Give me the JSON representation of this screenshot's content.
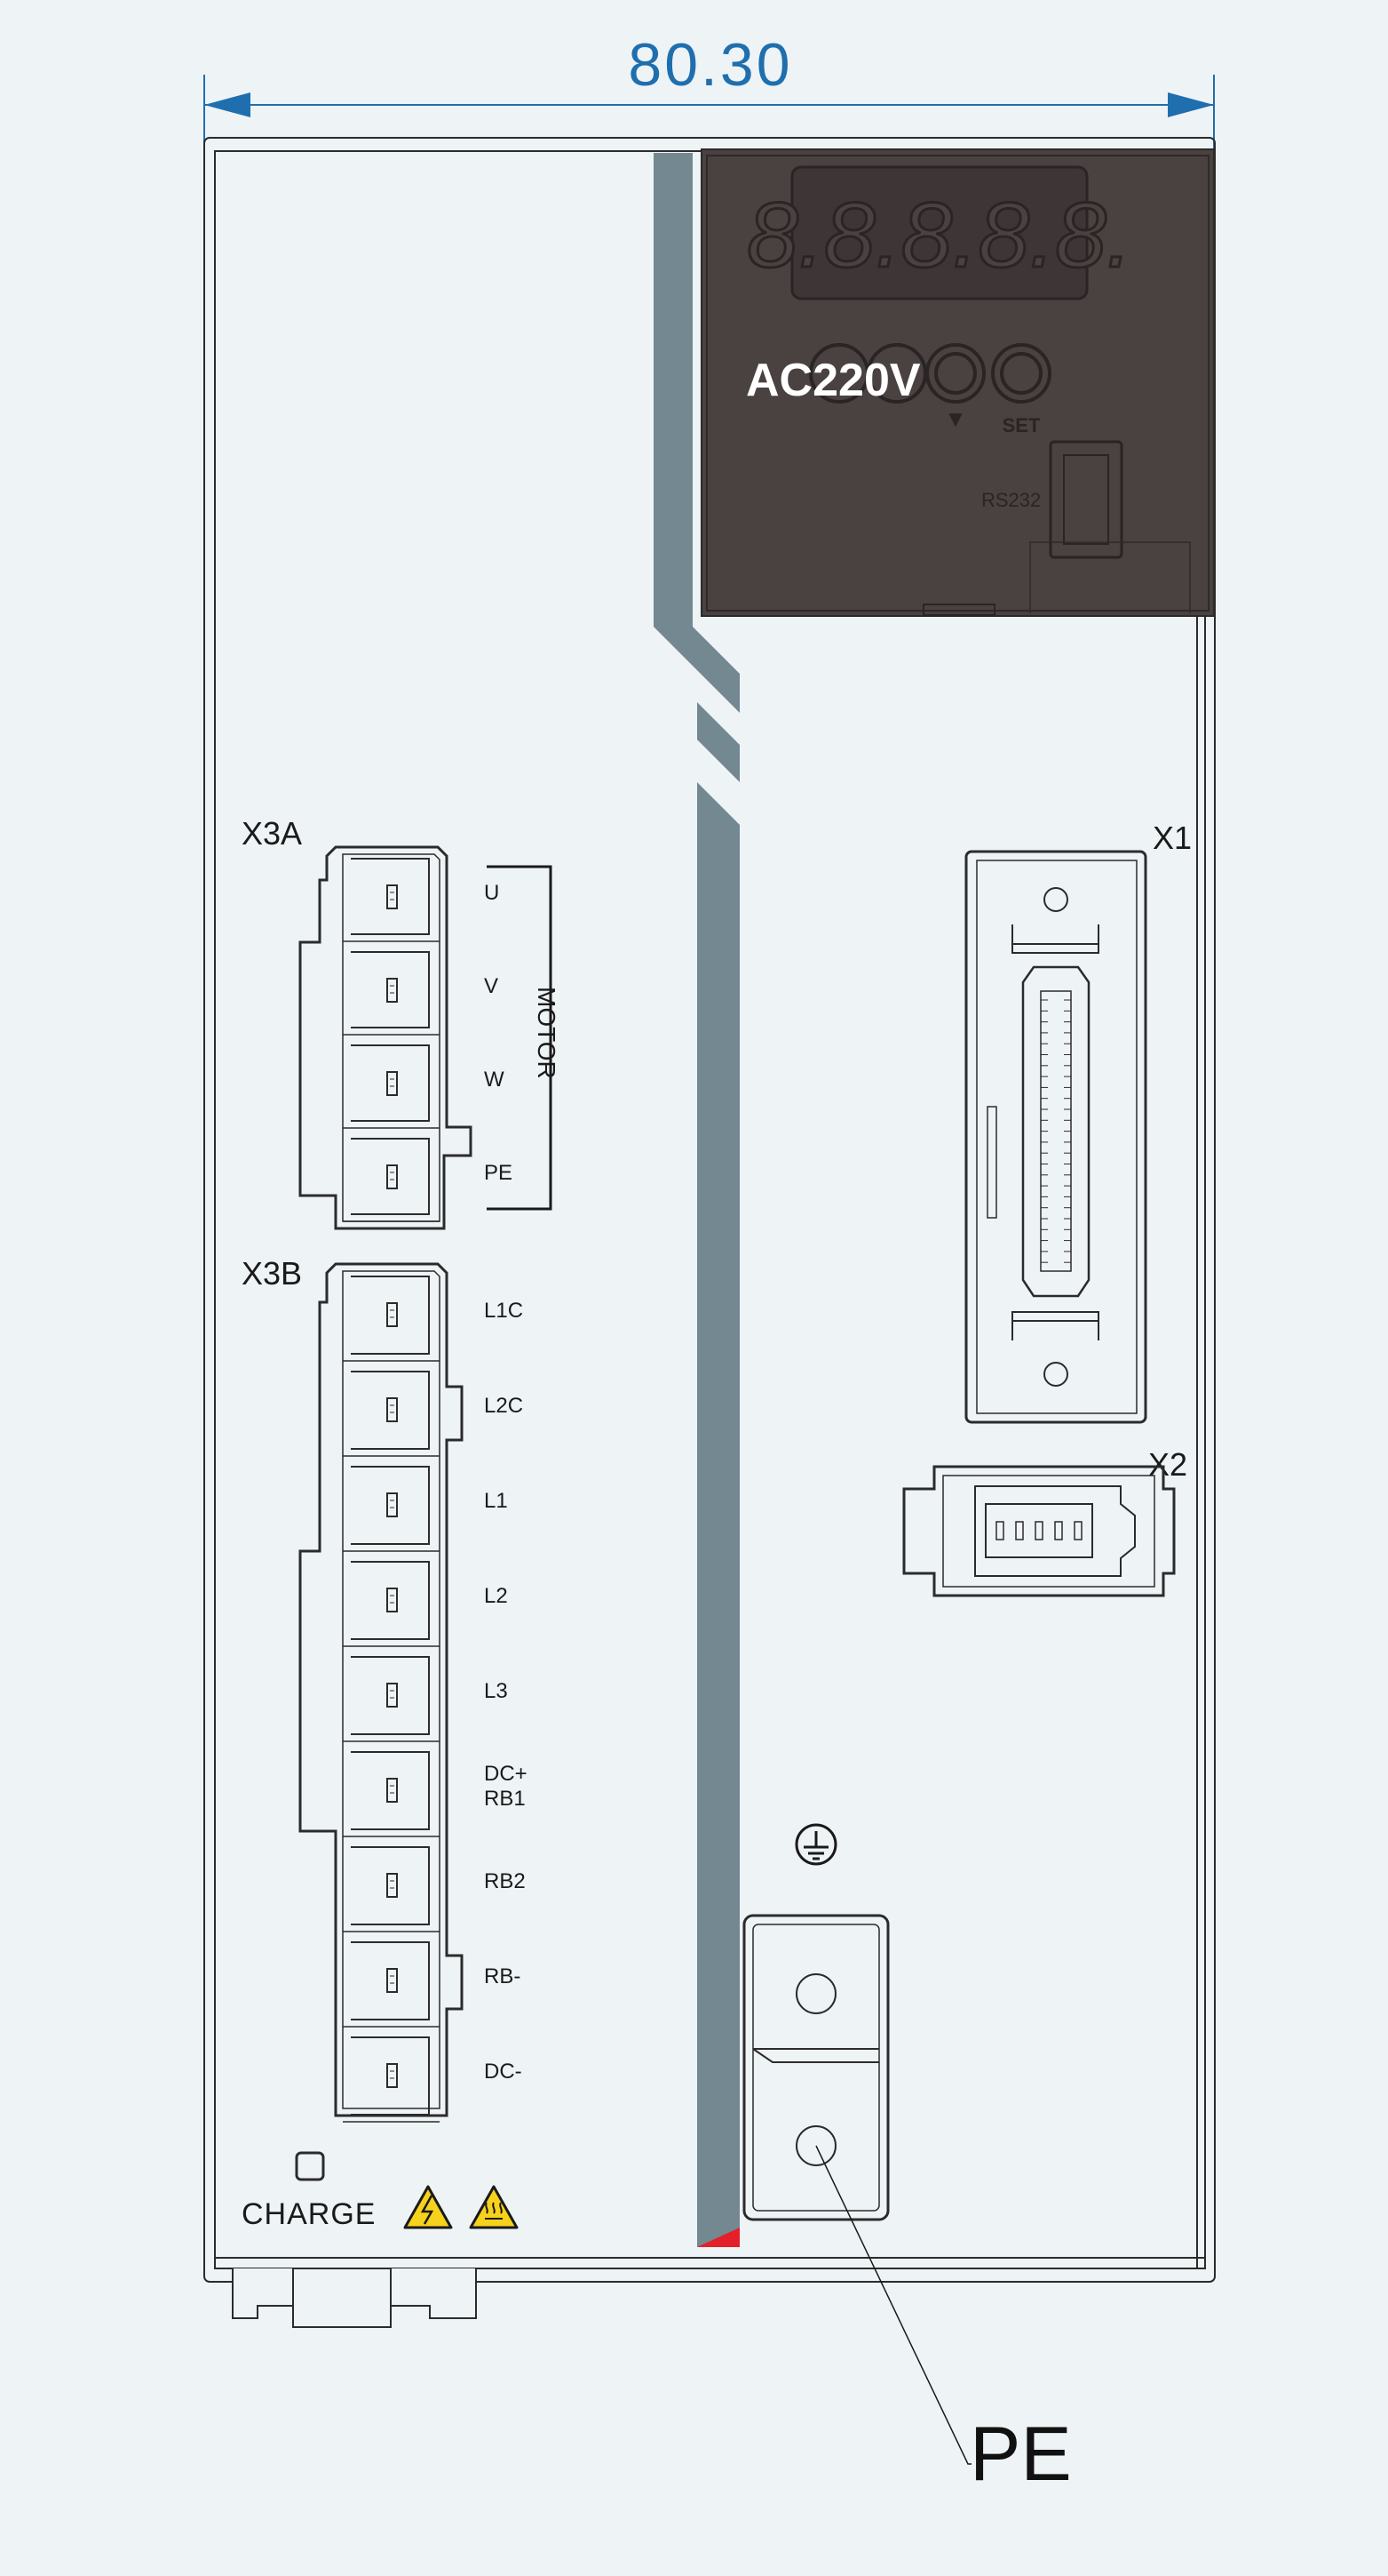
{
  "dimension": {
    "value": "80.30"
  },
  "panel": {
    "voltage": "AC220V",
    "display_digits": "8.8.8.8.8.",
    "buttons": [
      "",
      "",
      "▼",
      "SET"
    ],
    "rs232": "RS232"
  },
  "x3a": {
    "title": "X3A",
    "pins": [
      "U",
      "V",
      "W",
      "PE"
    ],
    "group_label": "MOTOR"
  },
  "x3b": {
    "title": "X3B",
    "pins": [
      "L1C",
      "L2C",
      "L1",
      "L2",
      "L3",
      "DC+\nRB1",
      "RB2",
      "RB-",
      "DC-"
    ]
  },
  "x1": {
    "title": "X1"
  },
  "x2": {
    "title": "X2"
  },
  "charge": {
    "label": "CHARGE"
  },
  "ground": {
    "label": "PE",
    "symbol": "⏚"
  },
  "colors": {
    "background": "#eef3f6",
    "line": "#2b2b2b",
    "dimension": "#1f6fae",
    "panel": "#4a4141",
    "stripe": "#748891",
    "warning": "#f6d21c",
    "accent": "#e3202a"
  },
  "icons": [
    "high-voltage-warning-icon",
    "hot-surface-warning-icon",
    "ground-icon"
  ]
}
